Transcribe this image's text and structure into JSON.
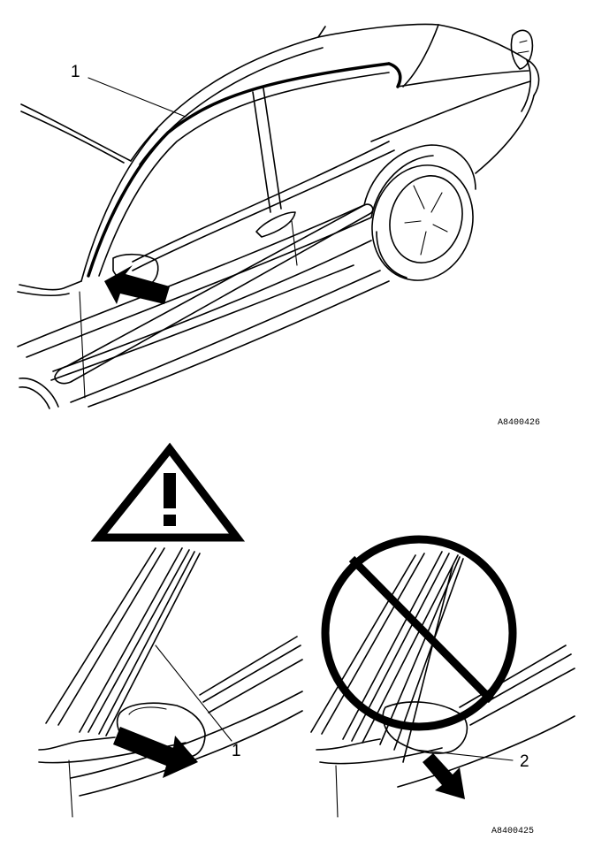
{
  "figure_top": {
    "callout_1": "1",
    "code": "A8400426",
    "icons": [
      "car-side-view-drawing",
      "arrow-icon"
    ]
  },
  "figure_bottom": {
    "callout_left": "1",
    "callout_right": "2",
    "code": "A8400425",
    "icons": [
      "warning-triangle-icon",
      "prohibition-icon",
      "arrow-icon"
    ]
  }
}
